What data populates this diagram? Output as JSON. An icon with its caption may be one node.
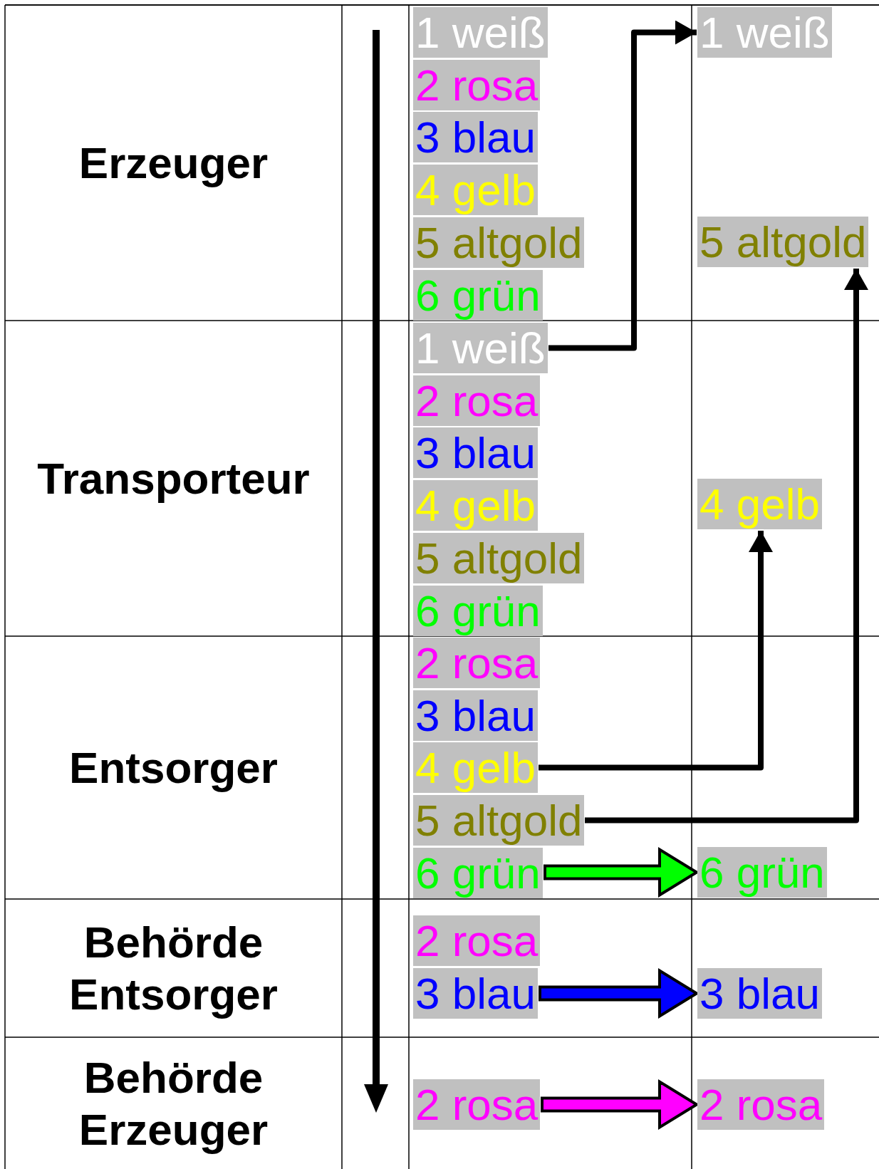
{
  "diagram": {
    "nodes": [
      {
        "text": [
          "1 weiß"
        ]
      },
      {
        "text": [
          "2 rosa"
        ]
      },
      {
        "text": [
          "3 blau"
        ]
      },
      {
        "text": [
          "4 gelb"
        ]
      },
      {
        "text": [
          "5 altgold"
        ]
      },
      {
        "text": [
          "6 grün"
        ]
      },
      {
        "text": [
          "1 weiß"
        ]
      },
      {
        "text": [
          "5 altgold"
        ]
      },
      {
        "text": [
          "1 weiß"
        ]
      },
      {
        "text": [
          "2 rosa"
        ]
      },
      {
        "text": [
          "3 blau"
        ]
      },
      {
        "text": [
          "4 gelb"
        ]
      },
      {
        "text": [
          "5 altgold"
        ]
      },
      {
        "text": [
          "6 grün"
        ]
      },
      {
        "text": [
          "4 gelb"
        ]
      },
      {
        "text": [
          "2 rosa"
        ]
      },
      {
        "text": [
          "3 blau"
        ]
      },
      {
        "text": [
          "4 gelb"
        ]
      },
      {
        "text": [
          "5 altgold"
        ]
      },
      {
        "text": [
          "6 grün"
        ]
      },
      {
        "text": [
          "6 grün"
        ]
      },
      {
        "text": [
          "2 rosa"
        ]
      },
      {
        "text": [
          "3 blau"
        ]
      },
      {
        "text": [
          "3 blau"
        ]
      },
      {
        "text": [
          "2 rosa"
        ]
      },
      {
        "text": [
          "2 rosa"
        ]
      }
    ],
    "edges": [
      {
        "from": 8,
        "to": 6,
        "arrow": "to"
      },
      {
        "from": 17,
        "to": 14,
        "arrow": "to"
      },
      {
        "from": 18,
        "to": 7,
        "arrow": "to"
      },
      {
        "from": 19,
        "to": 20,
        "arrow": "to",
        "style": "thick",
        "color": "#00ff00"
      },
      {
        "from": 22,
        "to": 23,
        "arrow": "to",
        "style": "thick",
        "color": "#0000ff"
      },
      {
        "from": 24,
        "to": 25,
        "arrow": "to",
        "style": "thick",
        "color": "#ff00ff"
      }
    ],
    "labels": [
      "Erzeuger",
      "Transporteur",
      "Entsorger",
      "Behörde Entsorger",
      "Behörde Erzeuger"
    ]
  }
}
